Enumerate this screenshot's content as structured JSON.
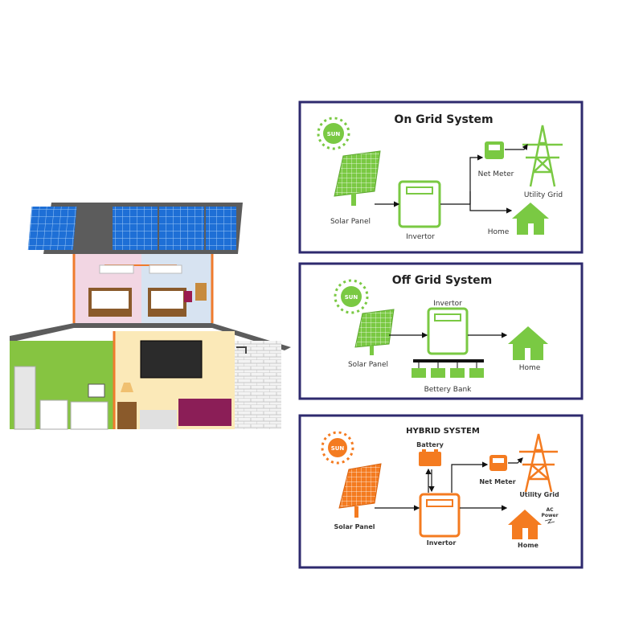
{
  "house": {
    "colors": {
      "roof": "#5c5c5c",
      "panel": "#1e6fd6",
      "upper_left": "#f2d6e3",
      "upper_right": "#d7e3f1",
      "kitchen": "#86c441",
      "living": "#fbe9b8",
      "trim": "#ef7b2d",
      "sofa": "#8b1e57",
      "brick": "#eeeeee"
    }
  },
  "on_grid": {
    "title": "On Grid System",
    "sun": "SUN",
    "solar_panel": "Solar Panel",
    "inverter": "Invertor",
    "net_meter": "Net Meter",
    "utility_grid": "Utility Grid",
    "home": "Home",
    "color": "#7ac943"
  },
  "off_grid": {
    "title": "Off Grid System",
    "sun": "SUN",
    "inverter": "Invertor",
    "solar_panel": "Solar Panel",
    "home": "Home",
    "battery_bank": "Bettery Bank",
    "color": "#7ac943"
  },
  "hybrid": {
    "title": "HYBRID SYSTEM",
    "sun": "SUN",
    "battery": "Battery",
    "net_meter": "Net Meter",
    "utility_grid": "Utility Grid",
    "ac_power_line1": "AC",
    "ac_power_line2": "Power",
    "solar_panel": "Solar Panel",
    "inverter": "Invertor",
    "home": "Home",
    "color": "#f47b20"
  },
  "frame_color": "#2e2a6e"
}
